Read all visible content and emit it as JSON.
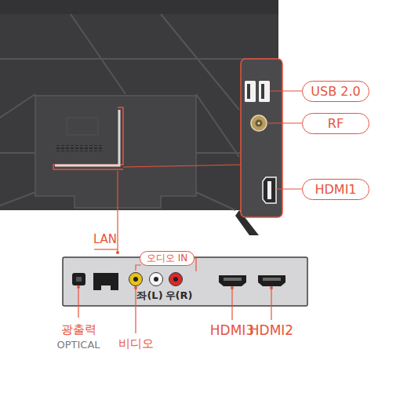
{
  "diagram": {
    "nodes": [
      {
        "text": [
          "USB 2.0"
        ]
      },
      {
        "text": [
          "RF"
        ]
      },
      {
        "text": [
          "HDMI1"
        ]
      },
      {
        "text": [
          "오디오 IN"
        ]
      }
    ],
    "labels": [
      "LAN",
      "좌(L)",
      "우(R)",
      "광출력",
      "OPTICAL",
      "비디오",
      "HDMI3",
      "HDMI2"
    ]
  }
}
